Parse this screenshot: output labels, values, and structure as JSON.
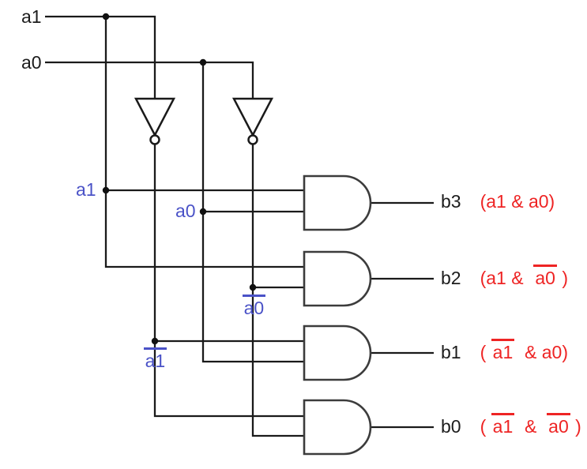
{
  "colors": {
    "background": "#ffffff",
    "wire": "#1a1a1a",
    "gate_outline": "#3c3c3c",
    "tap_label_blue": "#4a52c7",
    "expression_red": "#ee2424",
    "text_black": "#1c1c1c"
  },
  "circuit": {
    "type": "2-to-4 line decoder logic diagram",
    "inputs": [
      {
        "label": "a1"
      },
      {
        "label": "a0"
      }
    ],
    "not_gates": [
      {
        "name": "not-gate-a1"
      },
      {
        "name": "not-gate-a0"
      }
    ],
    "taps": [
      {
        "label": "a1",
        "overline": false
      },
      {
        "label": "a0",
        "overline": false
      },
      {
        "label": "a0",
        "overline": true
      },
      {
        "label": "a1",
        "overline": true
      }
    ],
    "outputs": [
      {
        "label": "b3",
        "expr": [
          "(a1 & a0)",
          "",
          "",
          "",
          ""
        ]
      },
      {
        "label": "b2",
        "expr": [
          "(a1 & ",
          "a0",
          ")",
          "",
          ""
        ]
      },
      {
        "label": "b1",
        "expr": [
          "(",
          "a1",
          " & a0)",
          "",
          ""
        ]
      },
      {
        "label": "b0",
        "expr": [
          "(",
          "a1",
          " & ",
          "a0",
          ")"
        ]
      }
    ]
  }
}
